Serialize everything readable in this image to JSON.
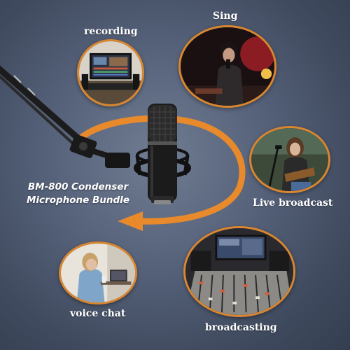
{
  "product": {
    "title_line1": "BM-800 Condenser",
    "title_line2": "Microphone Bundle"
  },
  "uses": {
    "recording": "recording",
    "sing": "Sing",
    "live_broadcast": "Live broadcast",
    "voice_chat": "voice chat",
    "broadcasting": "broadcasting"
  },
  "colors": {
    "accent_orange": "#e88a2c",
    "background": "#56627a",
    "bubble_border": "#d9862f"
  },
  "icons": {
    "main": "condenser-microphone-with-boom-arm",
    "arrow": "curved-orange-arrow"
  }
}
